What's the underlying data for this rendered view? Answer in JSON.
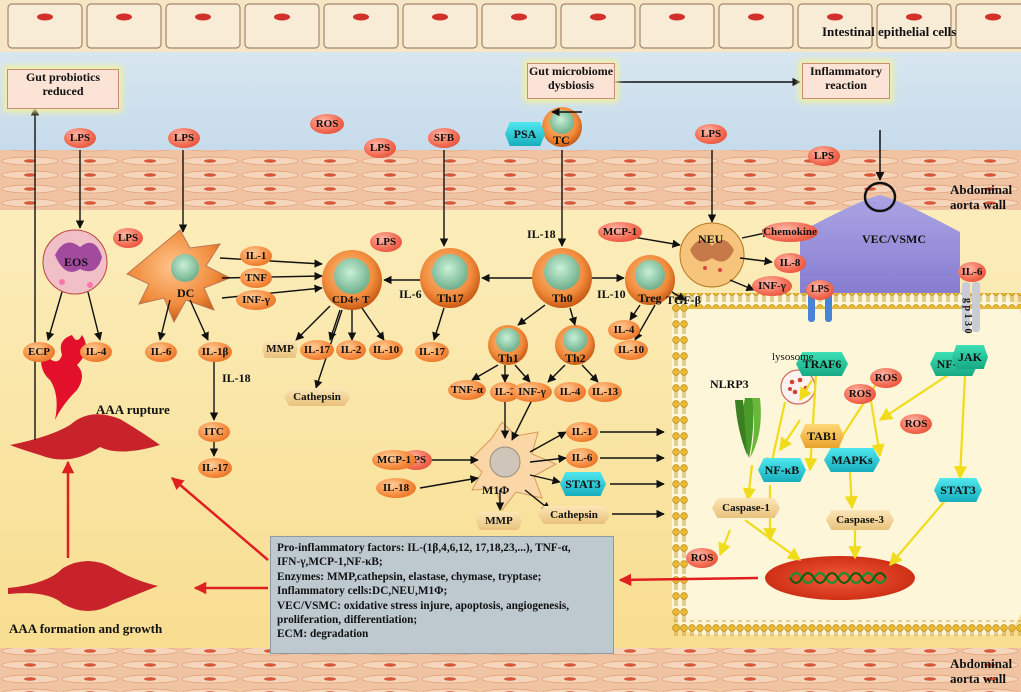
{
  "labels": {
    "intestinal_epithelial_cells": "Intestinal epithelial cells",
    "abdominal_aorta_wall_top_1": "Abdominal",
    "abdominal_aorta_wall_top_2": "aorta wall",
    "abdominal_aorta_wall_bottom_1": "Abdominal",
    "abdominal_aorta_wall_bottom_2": "aorta wall",
    "gut_probiotics_1": "Gut probiotics",
    "gut_probiotics_2": "reduced",
    "gut_microbiome_1": "Gut microbiome",
    "gut_microbiome_2": "dysbiosis",
    "inflammatory_1": "Inflammatory",
    "inflammatory_2": "reaction",
    "ros_top": "ROS",
    "vec_vsmc": "VEC/VSMC",
    "lysosome": "lysosome",
    "aaa_rupture": "AAA rupture",
    "aaa_formation": "AAA formation and growth",
    "il18_mid": "IL-18",
    "il6_mid": "IL-6",
    "il10_mid": "IL-10",
    "il18_itc": "IL-18",
    "gp130": "g p 1 3 0"
  },
  "cells": {
    "eos": "EOS",
    "dc": "DC",
    "cd4t": "CD4+ T",
    "th17": "Th17",
    "th0": "Th0",
    "treg": "Treg",
    "th1": "Th1",
    "th2": "Th2",
    "tc": "TC",
    "neu": "NEU",
    "m1": "M1Φ",
    "itc": "ITC"
  },
  "molecules": {
    "lps1": "LPS",
    "lps2": "LPS",
    "lps3": "LPS",
    "lps4": "LPS",
    "lps5": "LPS",
    "lps_dc": "LPS",
    "lps_mid": "LPS",
    "lps_m1": "LPS",
    "lps_tlr": "LPS",
    "sfb": "SFB",
    "psa": "PSA",
    "ecp": "ECP",
    "il4_eos": "IL-4",
    "il6_dc": "IL-6",
    "il1b": "IL-1β",
    "il17_itc": "IL-17",
    "il1_dc": "IL-1",
    "tnf_dc": "TNF",
    "infg_dc": "INF-γ",
    "mmp_t": "MMP",
    "il17_t": "IL-17",
    "il2_t": "IL-2",
    "il10_t": "IL-10",
    "cathepsin_t": "Cathepsin",
    "il17_th17": "IL-17",
    "tnfa_th1": "TNF-α",
    "il2_th1": "IL-2",
    "infg_th1": "INF-γ",
    "il4_th2": "IL-4",
    "il13_th2": "IL-13",
    "il4_treg": "IL-4",
    "il10_treg": "IL-10",
    "tgfb": "TGF-β",
    "mcp1_neu": "MCP-1",
    "chemokine": "Chemokine",
    "il8": "IL-8",
    "infg_neu": "INF-γ",
    "mcp1_m1": "MCP-1",
    "il18_m1": "IL-18",
    "il1_m1": "IL-1",
    "il6_m1": "IL-6",
    "stat3_m1": "STAT3",
    "mmp_m1": "MMP",
    "cathepsin_m1": "Cathepsin",
    "il6_jak": "IL-6",
    "traf6": "TRAF6",
    "nfkb_top": "NF-κB",
    "jak": "JAK",
    "ros_a": "ROS",
    "ros_b": "ROS",
    "ros_c": "ROS",
    "nlrp3": "NLRP3",
    "tab1": "TAB1",
    "nfkb_in": "NF-κB",
    "mapks": "MAPKs",
    "stat3_in": "STAT3",
    "caspase1": "Caspase-1",
    "caspase3": "Caspase-3"
  },
  "legend": {
    "line1": "Pro-inflammatory factors: IL-(1β,4,6,12, 17,18,23,...), TNF-α,",
    "line2": "IFN-γ,MCP-1,NF-κB;",
    "line3": "Enzymes: MMP,cathepsin, elastase, chymase, tryptase;",
    "line4": "Inflammatory cells:DC,NEU,M1Φ;",
    "line5": "VEC/VSMC: oxidative stress injure, apoptosis, angiogenesis,",
    "line6": "proliferation, differentiation;",
    "line7": "ECM: degradation"
  },
  "colors": {
    "lumen": "#cfe0ee",
    "wall": "#f2c7a8",
    "interior": "#fbe9b2",
    "cell_membrane": "#e6b92e",
    "arrow": "#111111",
    "red_arrow": "#e02020",
    "yellow_arrow": "#f2e020",
    "legend_bg": "#bdc8cf"
  }
}
